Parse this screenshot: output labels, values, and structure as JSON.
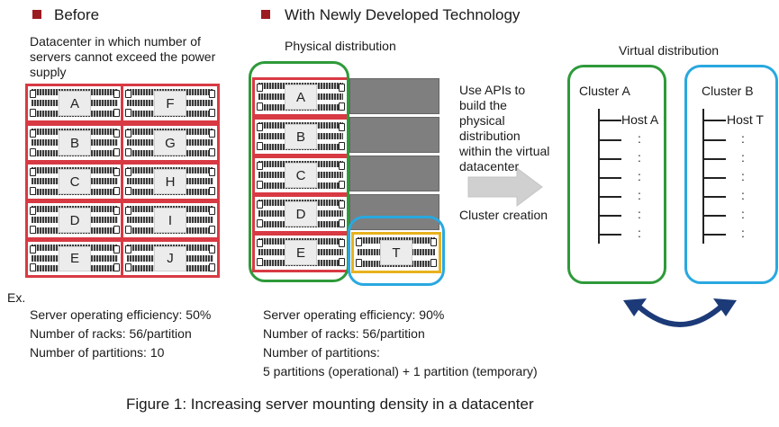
{
  "before": {
    "heading": "Before",
    "description": "Datacenter in which number of servers cannot exceed the power supply",
    "partitions_col1": [
      "A",
      "B",
      "C",
      "D",
      "E"
    ],
    "partitions_col2": [
      "F",
      "G",
      "H",
      "I",
      "J"
    ],
    "ex_label": "Ex.",
    "stats": [
      "Server operating efficiency: 50%",
      "Number of racks: 56/partition",
      "Number of partitions: 10"
    ]
  },
  "after": {
    "heading": "With Newly Developed Technology",
    "physical_title": "Physical distribution",
    "partitions": [
      "A",
      "B",
      "C",
      "D",
      "E"
    ],
    "temp_partition": "T",
    "stats": [
      "Server operating efficiency: 90%",
      "Number of racks: 56/partition",
      "Number of partitions:",
      "5 partitions (operational) + 1 partition (temporary)"
    ]
  },
  "arrow": {
    "api_text": "Use APIs to build the physical distribution within the virtual datacenter",
    "cluster_creation": "Cluster creation"
  },
  "virtual": {
    "title": "Virtual distribution",
    "cluster_a": {
      "name": "Cluster A",
      "host": "Host A"
    },
    "cluster_b": {
      "name": "Cluster B",
      "host": "Host T"
    }
  },
  "caption": "Figure 1: Increasing server mounting density in a datacenter",
  "colors": {
    "bullet": "#9b1c22",
    "partition_border": "#d83a44",
    "cluster_a": "#2e9a3a",
    "cluster_b": "#29a8e0",
    "temp_border": "#e8b21e",
    "swap_arrow": "#1c3a78",
    "gray_slot": "#7f7f7f"
  }
}
